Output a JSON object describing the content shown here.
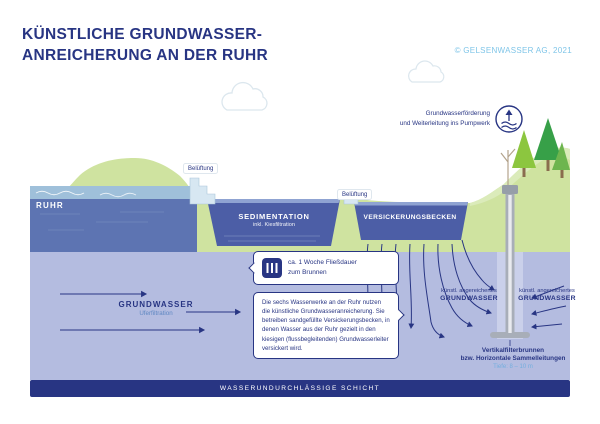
{
  "header": {
    "title_line1": "KÜNSTLICHE GRUNDWASSER-",
    "title_line2": "ANREICHERUNG AN DER RUHR",
    "copyright": "© GELSENWASSER AG, 2021"
  },
  "diagram": {
    "pump": {
      "line1": "Grundwasserförderung",
      "line2": "und Weiterleitung ins Pumpwerk"
    },
    "labels": {
      "river": "RUHR",
      "aeration": "Belüftung",
      "sedimentation": "SEDIMENTATION",
      "sedimentation_sub": "inkl. Kiesfiltration",
      "infiltration_basin": "VERSICKERUNGSBECKEN",
      "groundwater": "GRUNDWASSER",
      "groundwater_sub": "Uferfiltration",
      "enriched_line1": "künstl. angereichertes",
      "enriched_line2": "GRUNDWASSER",
      "impermeable_layer": "WASSERUNDURCHLÄSSIGE SCHICHT"
    },
    "callout_duration": {
      "line1": "ca. 1 Woche Fließdauer",
      "line2": "zum Brunnen"
    },
    "callout_info": "Die sechs Wasserwerke an der Ruhr nutzen die künstliche Grundwasseranreicherung. Sie betreiben sandgefüllte Versickerungsbecken, in denen Wasser aus der Ruhr gezielt in den kiesigen (flussbegleitenden) Grundwasserleiter versickert wird.",
    "well": {
      "line1": "Vertikalfilterbrunnen",
      "line2": "bzw. Horizontale Sammelleitungen",
      "depth": "Tiefe: 8 – 10 m"
    }
  },
  "colors": {
    "navy": "#283583",
    "accent_light_blue": "#7fc5e8",
    "landscape_green": "#cfe3a0",
    "basin_water": "#4c5ea6",
    "groundwater_lavender": "#b4bce0"
  }
}
